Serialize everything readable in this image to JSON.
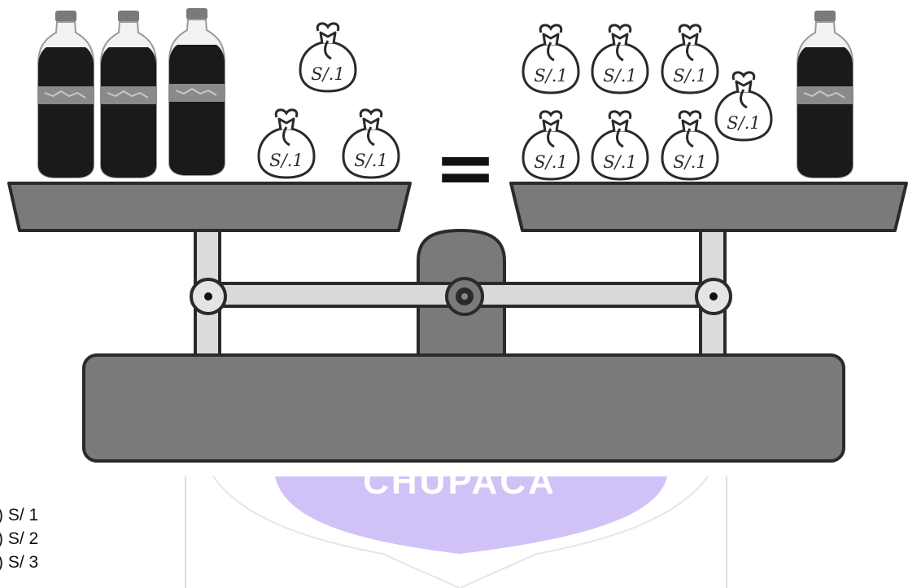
{
  "diagram": {
    "left_pan": {
      "bottle_count": 3,
      "coin_bags": [
        "S/.1",
        "S/.1",
        "S/.1"
      ]
    },
    "equals_sign": "=",
    "right_pan": {
      "bottle_count": 1,
      "coin_bags": [
        "S/.1",
        "S/.1",
        "S/.1",
        "S/.1",
        "S/.1",
        "S/.1",
        "S/.1"
      ]
    },
    "watermark": "CHUPACA",
    "colors": {
      "scale_body": "#7a7a7a",
      "scale_outline": "#2a2a2a",
      "bar": "#d9d9d9",
      "bottle_liquid": "#1a1a1a",
      "bottle_label": "#8a8a8a",
      "cap": "#7a7a7a",
      "watermark": "#a98ff0"
    }
  },
  "options": [
    ") S/ 1",
    ") S/ 2",
    ") S/ 3"
  ]
}
